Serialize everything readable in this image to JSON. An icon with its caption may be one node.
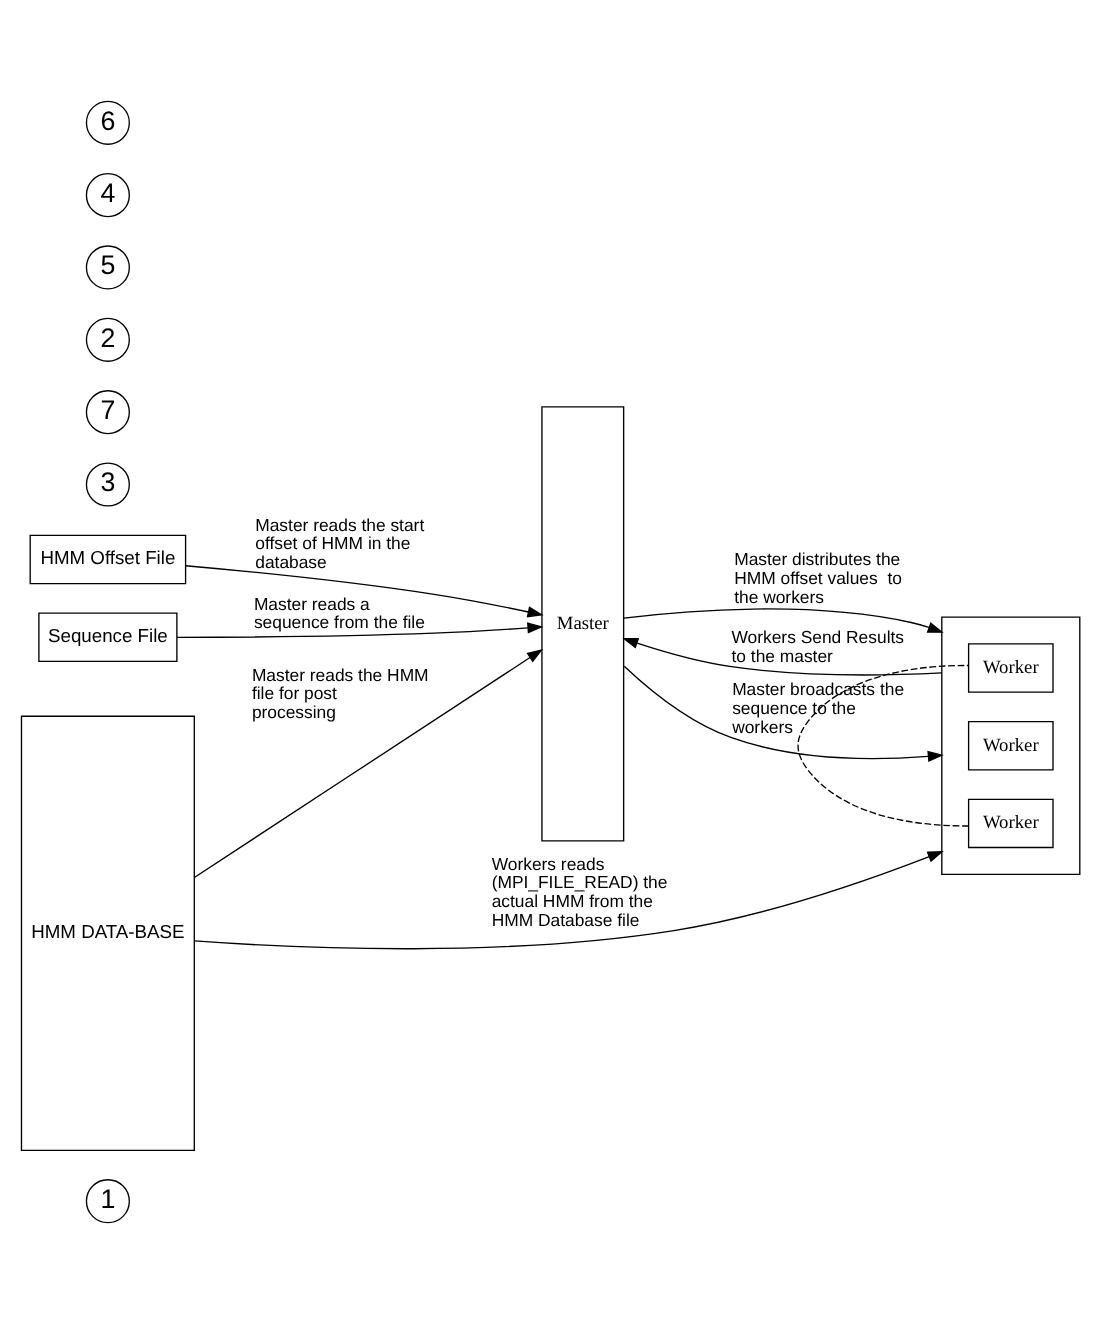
{
  "diagram": {
    "nodes": [
      {
        "text": [
          "1"
        ]
      },
      {
        "text": [
          "Sequence File"
        ]
      },
      {
        "text": [
          "3"
        ]
      },
      {
        "text": [
          "HMM Offset File"
        ]
      },
      {
        "text": [
          "7"
        ]
      },
      {
        "text": [
          "Master"
        ]
      },
      {
        "text": [
          "2"
        ]
      },
      {
        "text": [],
        "shape": "box"
      },
      {
        "text": [
          "Worker"
        ],
        "in": 7
      },
      {
        "text": [
          "Worker"
        ],
        "in": 7
      },
      {
        "text": [
          "Worker"
        ],
        "in": 7
      },
      {
        "text": [
          "5"
        ]
      },
      {
        "text": [
          "HMM DATA-BASE"
        ]
      },
      {
        "text": [
          "4"
        ]
      },
      {
        "text": [
          "6"
        ]
      }
    ],
    "edges": [
      {
        "from": 1,
        "to": 5,
        "arrow": "to",
        "label": "Master reads a sequence from the file"
      },
      {
        "from": 3,
        "to": 5,
        "arrow": "to",
        "label": "Master reads the start offset of HMM in the database"
      },
      {
        "from": 12,
        "to": 5,
        "arrow": "to",
        "label": "Master reads the HMM file for post processing"
      },
      {
        "from": 5,
        "to": 7,
        "arrow": "to",
        "label": "Master broadcasts the sequence to the workers"
      },
      {
        "from": 12,
        "to": 7,
        "arrow": "to",
        "label": "Workers reads (MPI_FILE_READ) the actual HMM from the HMM Database file"
      },
      {
        "from": 5,
        "to": 7,
        "arrow": "to",
        "label": "Master distributes the HMM offset values  to the workers"
      },
      {
        "from": 7,
        "to": 5,
        "arrow": "to",
        "label": "Workers Send Results to the master"
      },
      {
        "from": 9,
        "to": 10,
        "arrow": "none",
        "style": "dashed"
      }
    ]
  }
}
